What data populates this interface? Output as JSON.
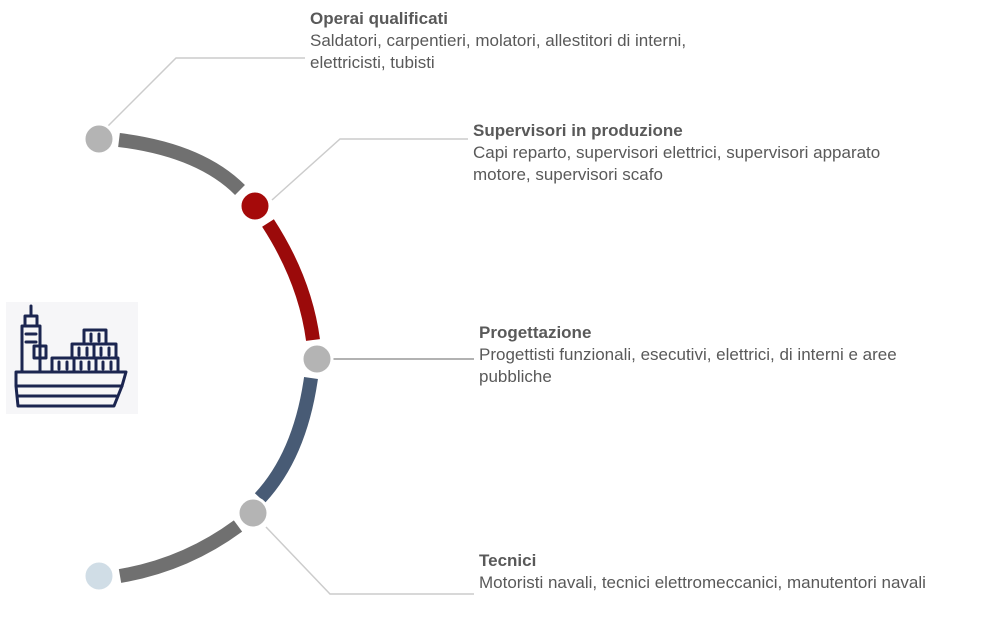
{
  "colors": {
    "arc_gray": "#707070",
    "arc_red": "#9b0a0a",
    "arc_blue": "#485b75",
    "node_gray": "#b4b4b4",
    "node_red": "#a50a0a",
    "node_light": "#d0dde6",
    "connector": "#cccccc",
    "text": "#595959",
    "icon_stroke": "#1b2550"
  },
  "icon": "cargo-ship-icon",
  "blocks": [
    {
      "title": "Operai qualificati",
      "description": "Saldatori, carpentieri, molatori, allestitori di interni, elettricisti, tubisti"
    },
    {
      "title": "Supervisori in produzione",
      "description": "Capi reparto, supervisori elettrici, supervisori apparato motore,  supervisori scafo"
    },
    {
      "title": "Progettazione",
      "description": "Progettisti funzionali, esecutivi, elettrici, di interni e aree pubbliche"
    },
    {
      "title": "Tecnici",
      "description": "Motoristi navali, tecnici elettromeccanici, manutentori navali"
    }
  ]
}
